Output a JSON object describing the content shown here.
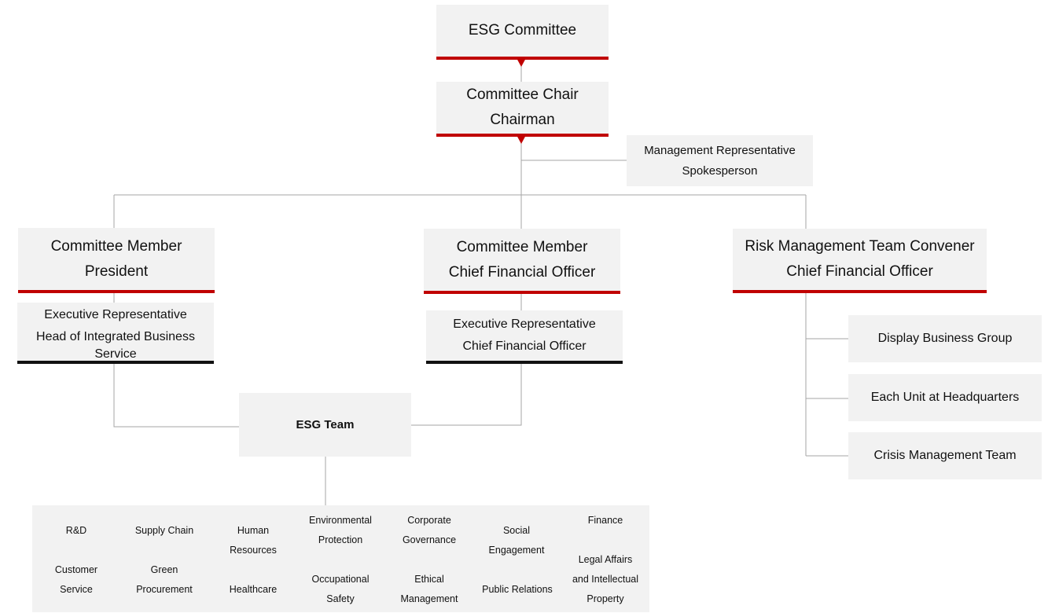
{
  "committee": {
    "title": "ESG Committee"
  },
  "chair": {
    "role": "Committee Chair",
    "person": "Chairman"
  },
  "management_rep": {
    "role": "Management Representative",
    "person": "Spokesperson"
  },
  "member_president": {
    "role": "Committee Member",
    "person": "President"
  },
  "member_cfo": {
    "role": "Committee Member",
    "person": "Chief Financial Officer"
  },
  "risk_convener": {
    "role": "Risk Management Team Convener",
    "person": "Chief Financial Officer"
  },
  "exec_rep_left": {
    "role": "Executive Representative",
    "person_line1": "Head of Integrated Business",
    "person_line2": "Service"
  },
  "exec_rep_mid": {
    "role": "Executive Representative",
    "person": "Chief Financial Officer"
  },
  "risk_units": [
    "Display Business Group",
    "Each Unit at Headquarters",
    "Crisis Management Team"
  ],
  "esg_team": {
    "title": "ESG Team"
  },
  "departments": {
    "rd": "R&D",
    "supply_chain": "Supply Chain",
    "hr": [
      "Human",
      "Resources"
    ],
    "env": [
      "Environmental",
      "Protection"
    ],
    "corp_gov": [
      "Corporate",
      "Governance"
    ],
    "social": [
      "Social",
      "Engagement"
    ],
    "finance": "Finance",
    "customer_service": [
      "Customer",
      "Service"
    ],
    "green_proc": [
      "Green",
      "Procurement"
    ],
    "healthcare": "Healthcare",
    "occ_safety": [
      "Occupational",
      "Safety"
    ],
    "ethical": [
      "Ethical",
      "Management"
    ],
    "pr": "Public Relations",
    "legal": [
      "Legal Affairs",
      "and Intellectual",
      "Property"
    ]
  },
  "colors": {
    "accent": "#c00000",
    "box": "#f2f2f2",
    "line": "#a6a6a6"
  }
}
